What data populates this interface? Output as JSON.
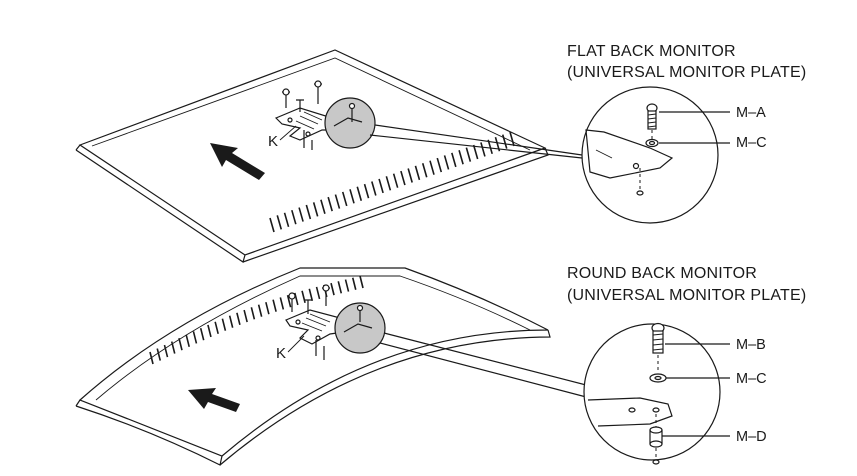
{
  "flat_back": {
    "title_line1": "FLAT BACK MONITOR",
    "title_line2": "(UNIVERSAL MONITOR PLATE)",
    "bracket_label": "K",
    "parts": [
      "M–A",
      "M–C"
    ]
  },
  "round_back": {
    "title_line1": "ROUND BACK MONITOR",
    "title_line2": "(UNIVERSAL MONITOR PLATE)",
    "bracket_label": "K",
    "parts": [
      "M–B",
      "M–C",
      "M–D"
    ]
  }
}
